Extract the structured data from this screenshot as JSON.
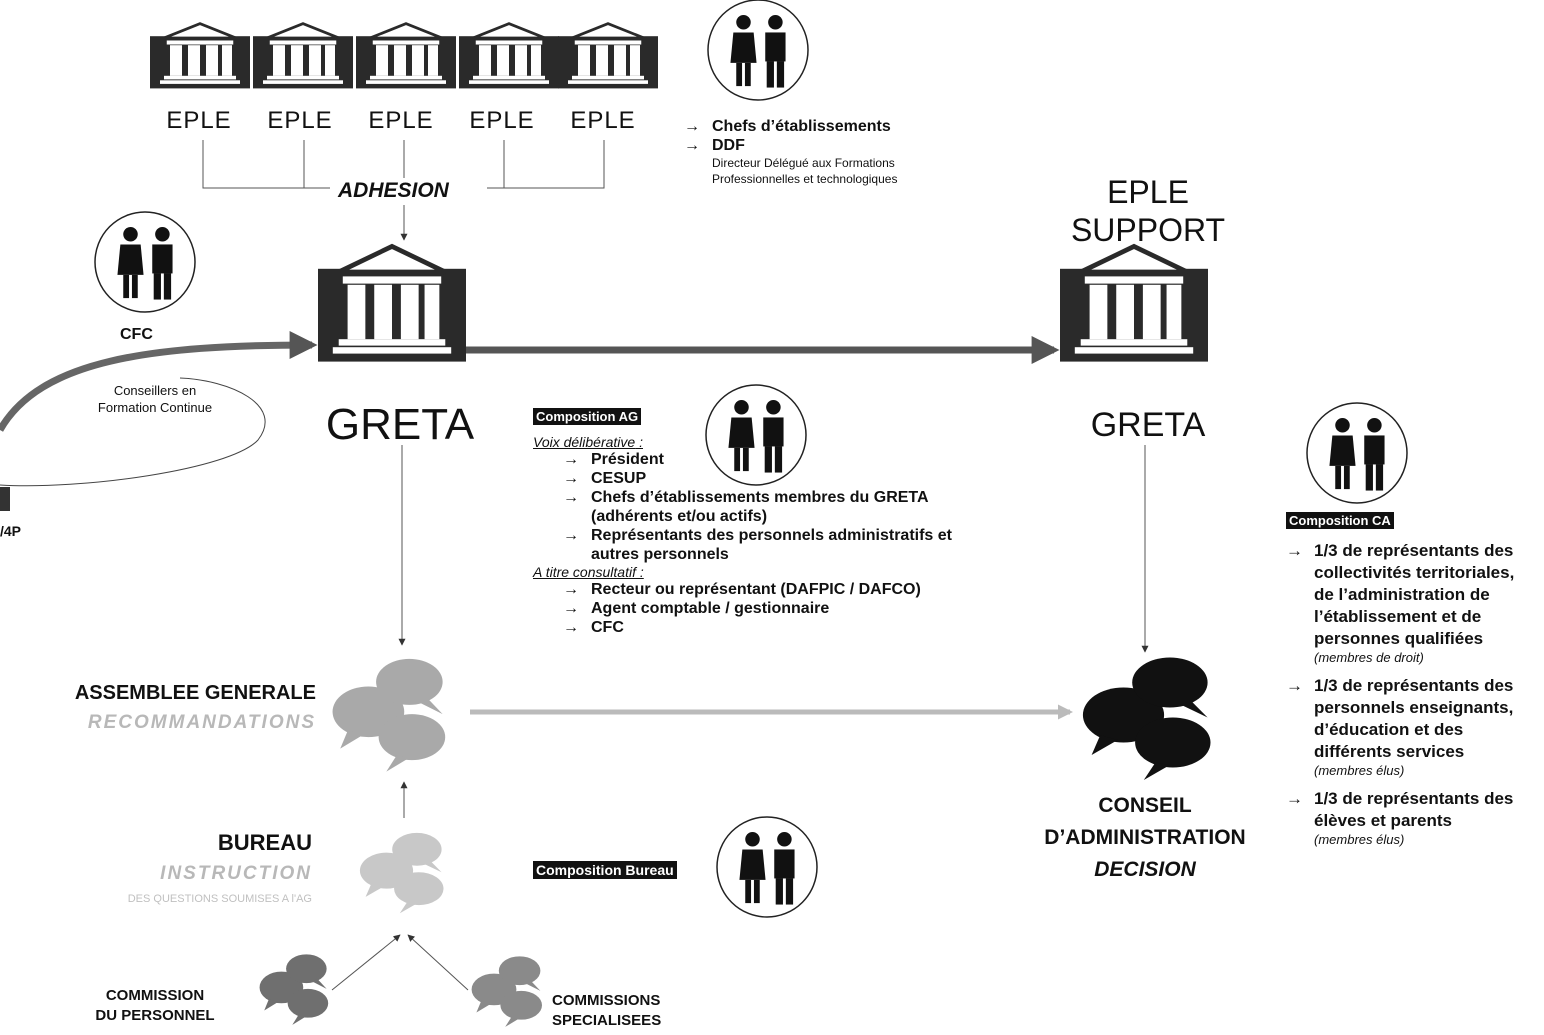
{
  "top_row": {
    "eple_labels": [
      "EPLE",
      "EPLE",
      "EPLE",
      "EPLE",
      "EPLE"
    ],
    "adhesion": "ADHESION",
    "members": [
      "Chefs d’établissements",
      "DDF"
    ],
    "ddf_note_line1": "Directeur Délégué aux Formations",
    "ddf_note_line2": "Professionnelles et technologiques"
  },
  "eple_support": {
    "line1": "EPLE",
    "line2": "SUPPORT",
    "greta": "GRETA"
  },
  "greta": {
    "label": "GRETA"
  },
  "cfc": {
    "label": "CFC",
    "note_line1": "Conseillers en",
    "note_line2": "Formation Continue",
    "cut_label": "/4P"
  },
  "composition_ag": {
    "header": "Composition AG",
    "voix_label": "Voix délibérative",
    "voix_items": [
      "Président",
      "CESUP",
      "Chefs d’établissements membres du GRETA (adhérents et/ou actifs)",
      "Représentants des personnels administratifs et autres personnels"
    ],
    "consult_label": "A titre consultatif",
    "consult_items": [
      "Recteur ou représentant (DAFPIC / DAFCO)",
      "Agent comptable / gestionnaire",
      "CFC"
    ]
  },
  "assemblee": {
    "title": "ASSEMBLEE GENERALE",
    "sub": "RECOMMANDATIONS"
  },
  "bureau": {
    "title": "BUREAU",
    "sub": "INSTRUCTION",
    "sub2": "DES QUESTIONS SOUMISES A l'AG",
    "composition_header": "Composition Bureau"
  },
  "commission_personnel": {
    "line1": "COMMISSION",
    "line2": "DU PERSONNEL"
  },
  "commissions_specialisees": {
    "line1": "COMMISSIONS",
    "line2": "SPECIALISEES"
  },
  "conseil": {
    "line1": "CONSEIL",
    "line2": "D’ADMINISTRATION",
    "decision": "DECISION"
  },
  "composition_ca": {
    "header": "Composition CA",
    "items": [
      {
        "text": "1/3 de représentants des collectivités territoriales, de l’administration de l’établissement et de personnes qualifiées",
        "note": "(membres de droit)"
      },
      {
        "text": "1/3 de représentants des personnels enseignants, d’éducation et des différents services",
        "note": "(membres élus)"
      },
      {
        "text": "1/3 de représentants des élèves et parents",
        "note": "(membres élus)"
      }
    ]
  }
}
